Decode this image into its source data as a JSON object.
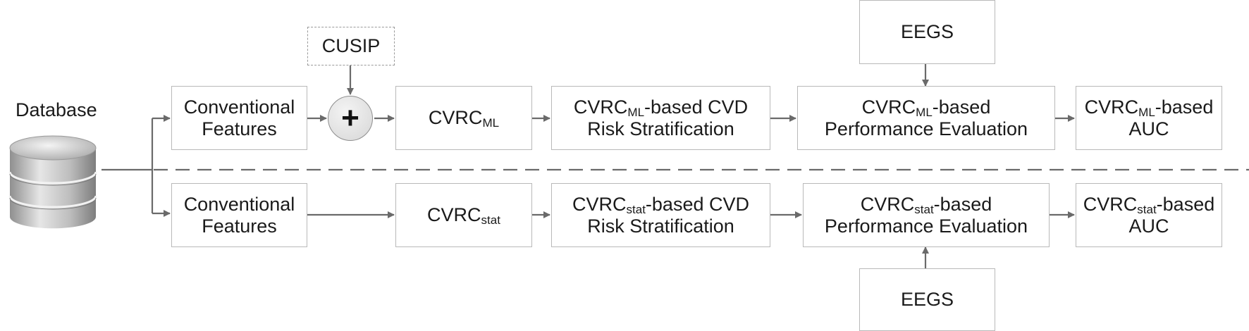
{
  "database": {
    "label": "Database",
    "icon": "database-icon"
  },
  "cusip": {
    "label": "CUSIP"
  },
  "combine": {
    "symbol": "+"
  },
  "eegs_top": {
    "label": "EEGS"
  },
  "eegs_bottom": {
    "label": "EEGS"
  },
  "ml_pipeline": {
    "features": {
      "line1": "Conventional",
      "line2": "Features"
    },
    "model": {
      "prefix": "CVRC",
      "sub": "ML"
    },
    "stratification": {
      "prefix": "CVRC",
      "sub": "ML",
      "line1_suffix": "-based CVD",
      "line2": "Risk Stratification"
    },
    "evaluation": {
      "prefix": "CVRC",
      "sub": "ML",
      "line1_suffix": "-based",
      "line2": "Performance Evaluation"
    },
    "auc": {
      "prefix": "CVRC",
      "sub": "ML",
      "line1_suffix": "-based",
      "line2": "AUC"
    }
  },
  "stat_pipeline": {
    "features": {
      "line1": "Conventional",
      "line2": "Features"
    },
    "model": {
      "prefix": "CVRC",
      "sub": "stat"
    },
    "stratification": {
      "prefix": "CVRC",
      "sub": "stat",
      "line1_suffix": "-based CVD",
      "line2": "Risk Stratification"
    },
    "evaluation": {
      "prefix": "CVRC",
      "sub": "stat",
      "line1_suffix": "-based",
      "line2": "Performance Evaluation"
    },
    "auc": {
      "prefix": "CVRC",
      "sub": "stat",
      "line1_suffix": "-based",
      "line2": "AUC"
    }
  },
  "colors": {
    "line": "#6a6a6a",
    "box_border": "#b9b9b9",
    "separator": "#6a6a6a"
  }
}
